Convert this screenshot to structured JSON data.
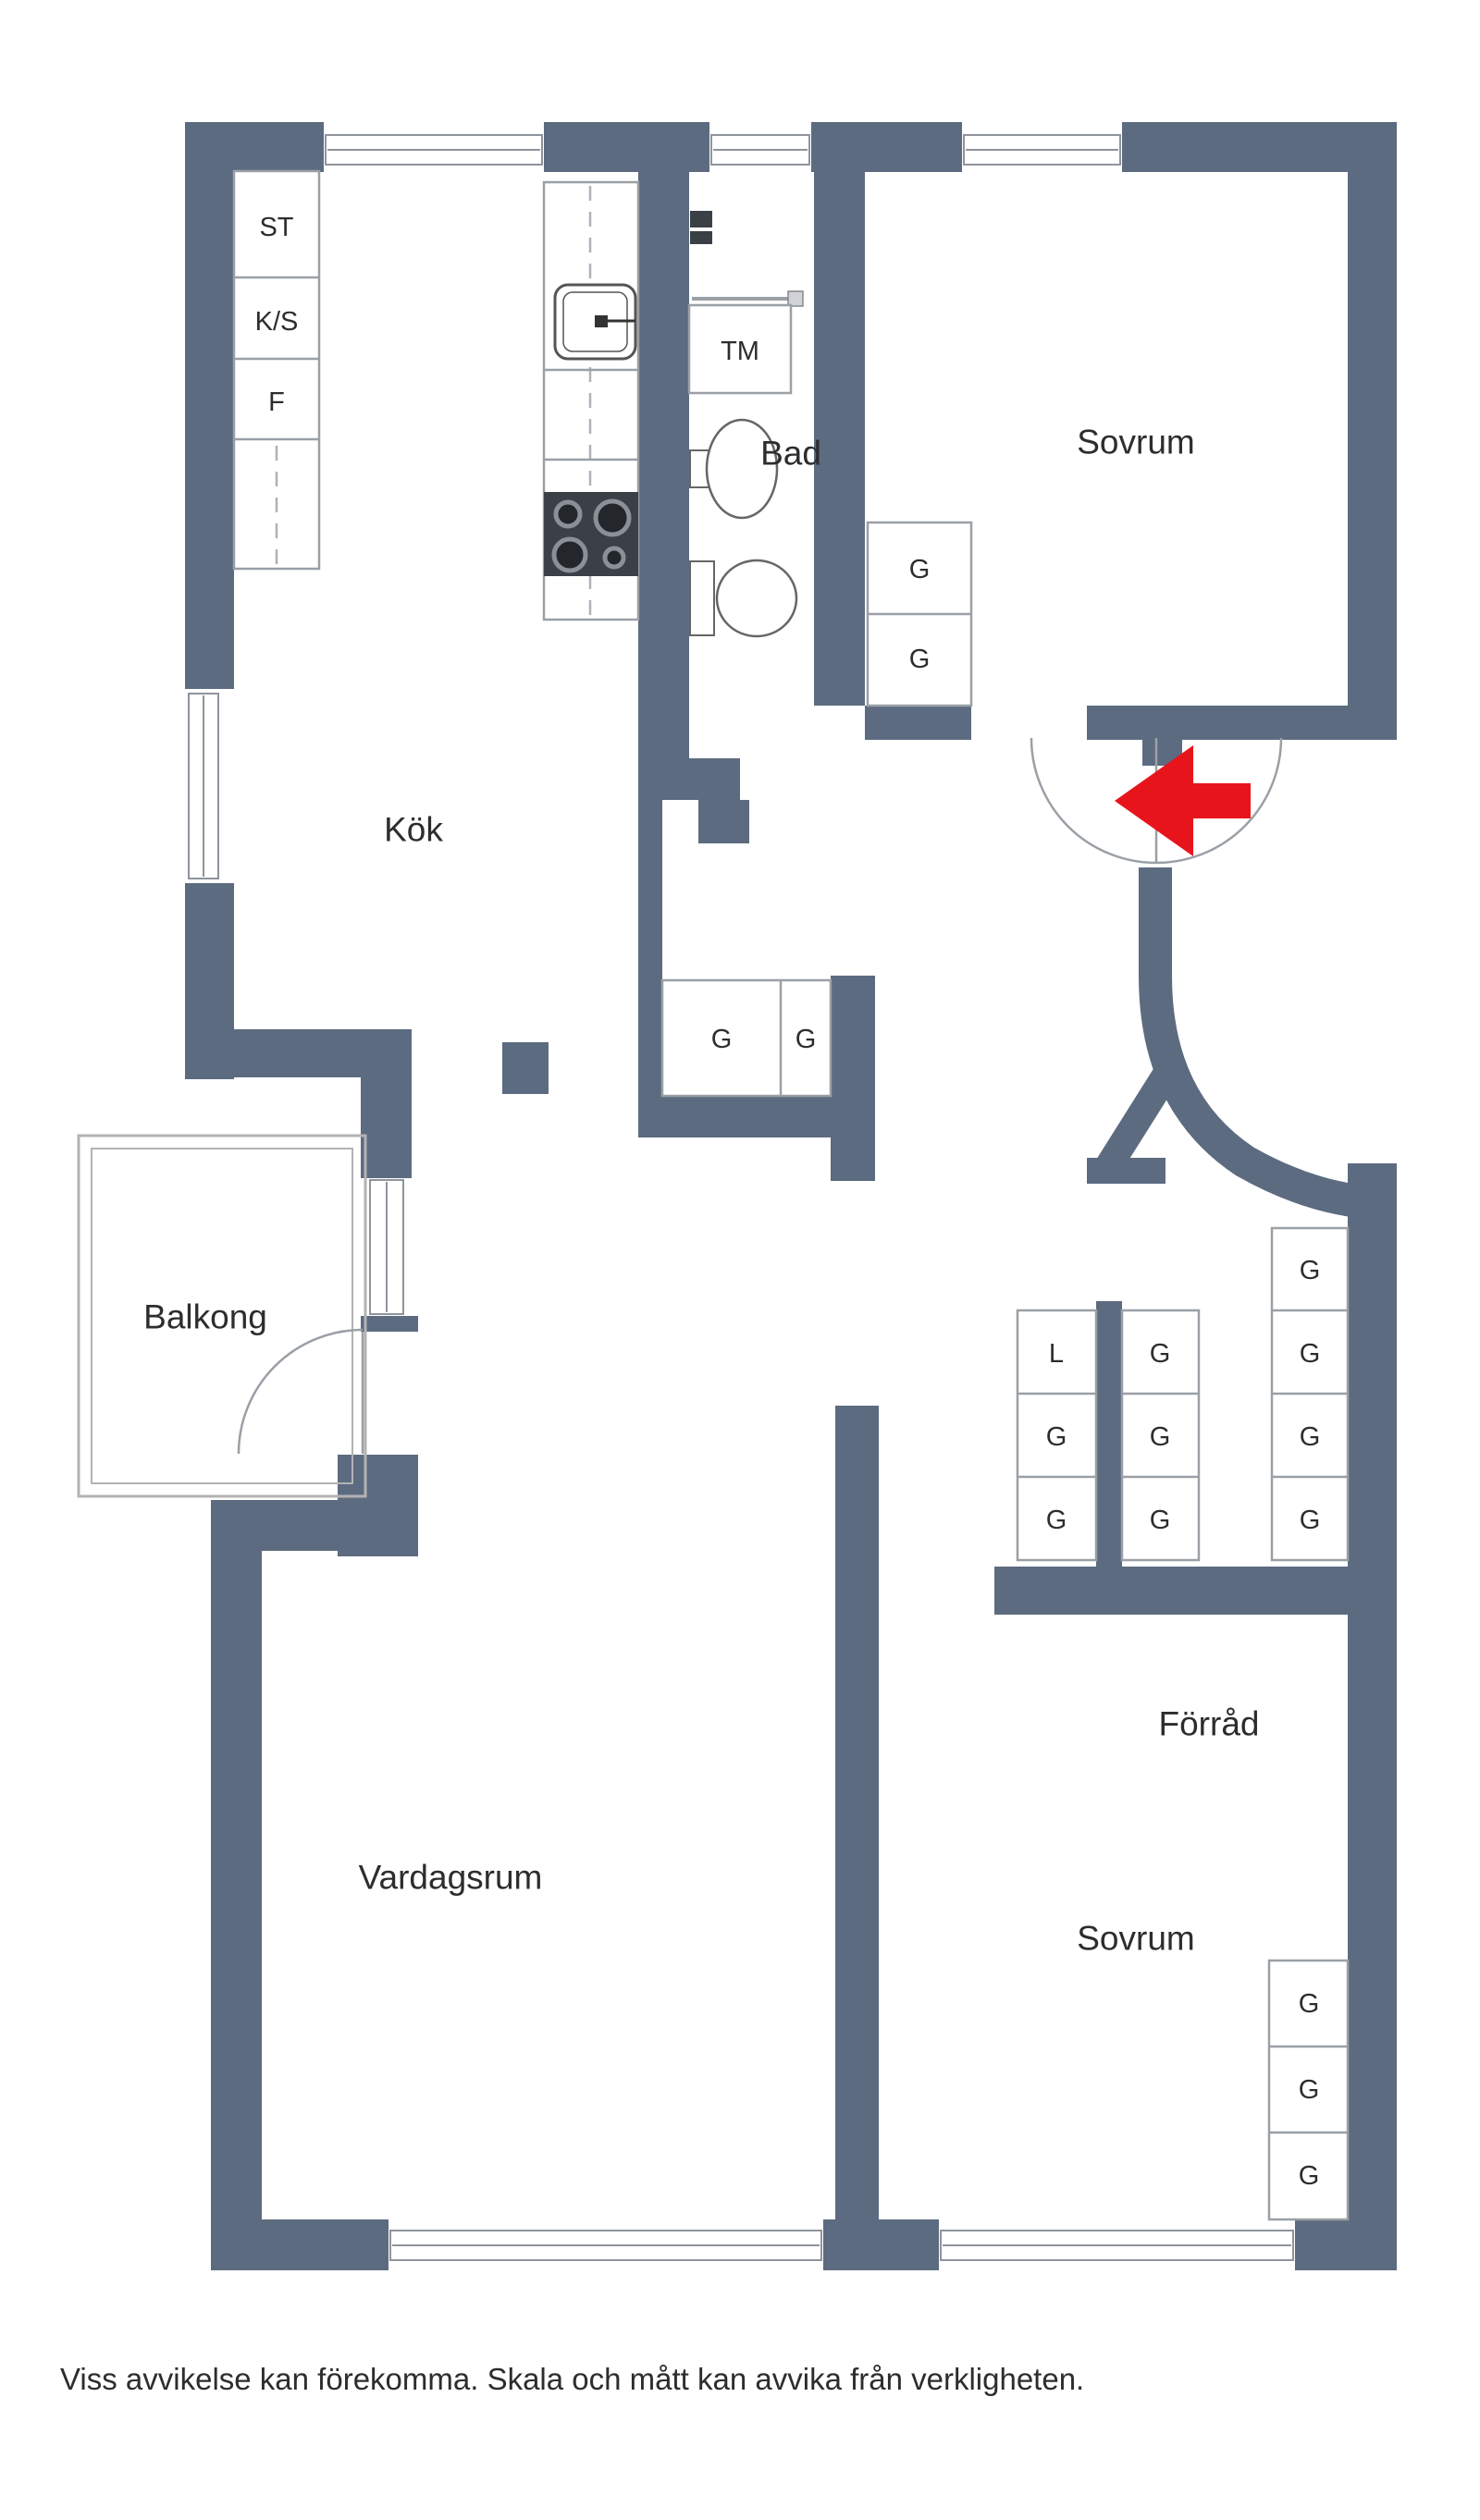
{
  "colors": {
    "wall": "#5c6b80",
    "accent_arrow": "#e8141c",
    "lines": "#9aa0a6",
    "text": "#2d2d2d",
    "appliance_dark": "#3b4046"
  },
  "rooms": {
    "kitchen": "Kök",
    "bathroom": "Bad",
    "bedroom_top": "Sovrum",
    "balcony": "Balkong",
    "living_room": "Vardagsrum",
    "storage": "Förråd",
    "bedroom_bottom": "Sovrum"
  },
  "kitchen_units": {
    "st": "ST",
    "ks": "K/S",
    "f": "F"
  },
  "bathroom_units": {
    "tm": "TM"
  },
  "closets": {
    "bedroom_top": [
      "G",
      "G"
    ],
    "hall_mid": [
      "G",
      "G"
    ],
    "hall_left": [
      "L",
      "G",
      "G"
    ],
    "hall_center": [
      "G",
      "G",
      "G"
    ],
    "hall_right": [
      "G",
      "G",
      "G",
      "G"
    ],
    "bedroom_bottom": [
      "G",
      "G",
      "G"
    ]
  },
  "icons": {
    "entry_arrow": "entry-direction-arrow"
  },
  "footer": {
    "disclaimer": "Viss avvikelse kan förekomma. Skala och mått kan avvika från verkligheten."
  }
}
